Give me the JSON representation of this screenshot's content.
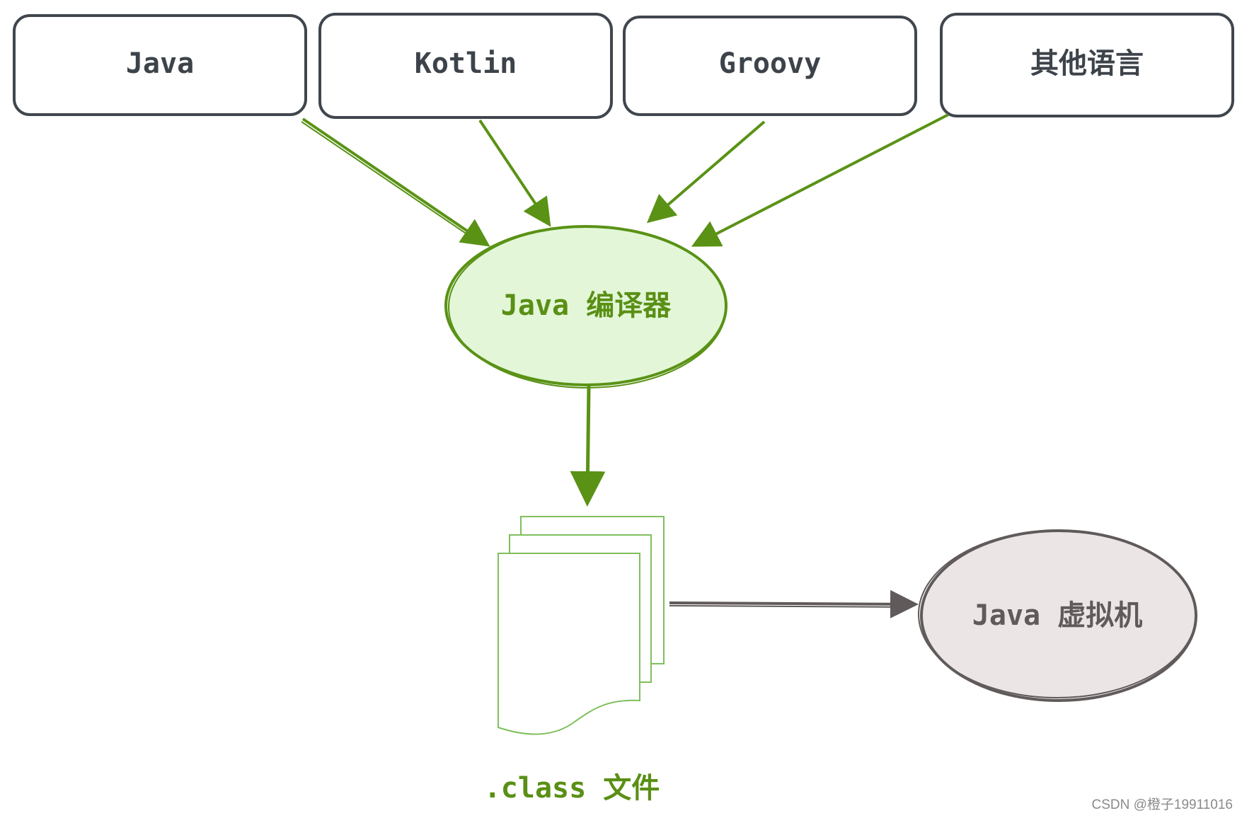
{
  "languages": [
    {
      "label": "Java"
    },
    {
      "label": "Kotlin"
    },
    {
      "label": "Groovy"
    },
    {
      "label": "其他语言"
    }
  ],
  "compiler": {
    "label": "Java 编译器"
  },
  "class_files": {
    "label": ".class 文件"
  },
  "jvm": {
    "label": "Java 虚拟机"
  },
  "watermark": "CSDN @橙子19911016",
  "colors": {
    "box_stroke": "#40464d",
    "green_stroke": "#5a9216",
    "green_fill": "#e3f7d8",
    "file_stroke": "#7fbf5c",
    "gray_stroke": "#605a5a",
    "gray_fill": "#ebe5e5"
  }
}
